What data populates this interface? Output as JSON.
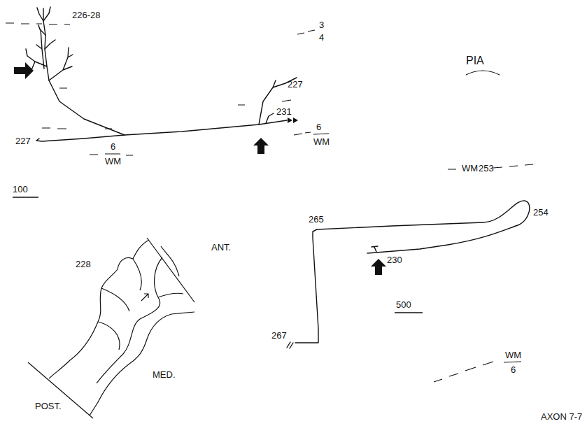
{
  "diagram": {
    "caption": "AXON 7-7",
    "labels": [
      "226-28",
      "3",
      "4",
      "227",
      "PIA",
      "231",
      "6",
      "WM",
      "227",
      "6",
      "WM",
      "100",
      "WM",
      "253",
      "228",
      "ANT.",
      "265",
      "254",
      "230",
      "MED.",
      "POST.",
      "500",
      "267",
      "WM",
      "6"
    ]
  }
}
